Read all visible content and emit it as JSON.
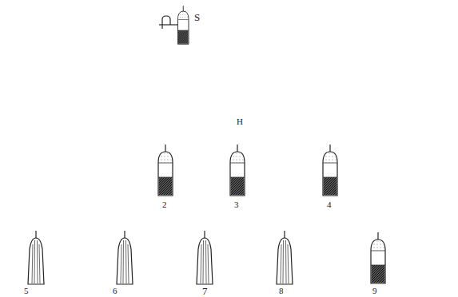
{
  "diagram": {
    "labels": [
      "S",
      "H",
      "2",
      "3",
      "4",
      "5",
      "6",
      "7",
      "8",
      "9"
    ]
  }
}
